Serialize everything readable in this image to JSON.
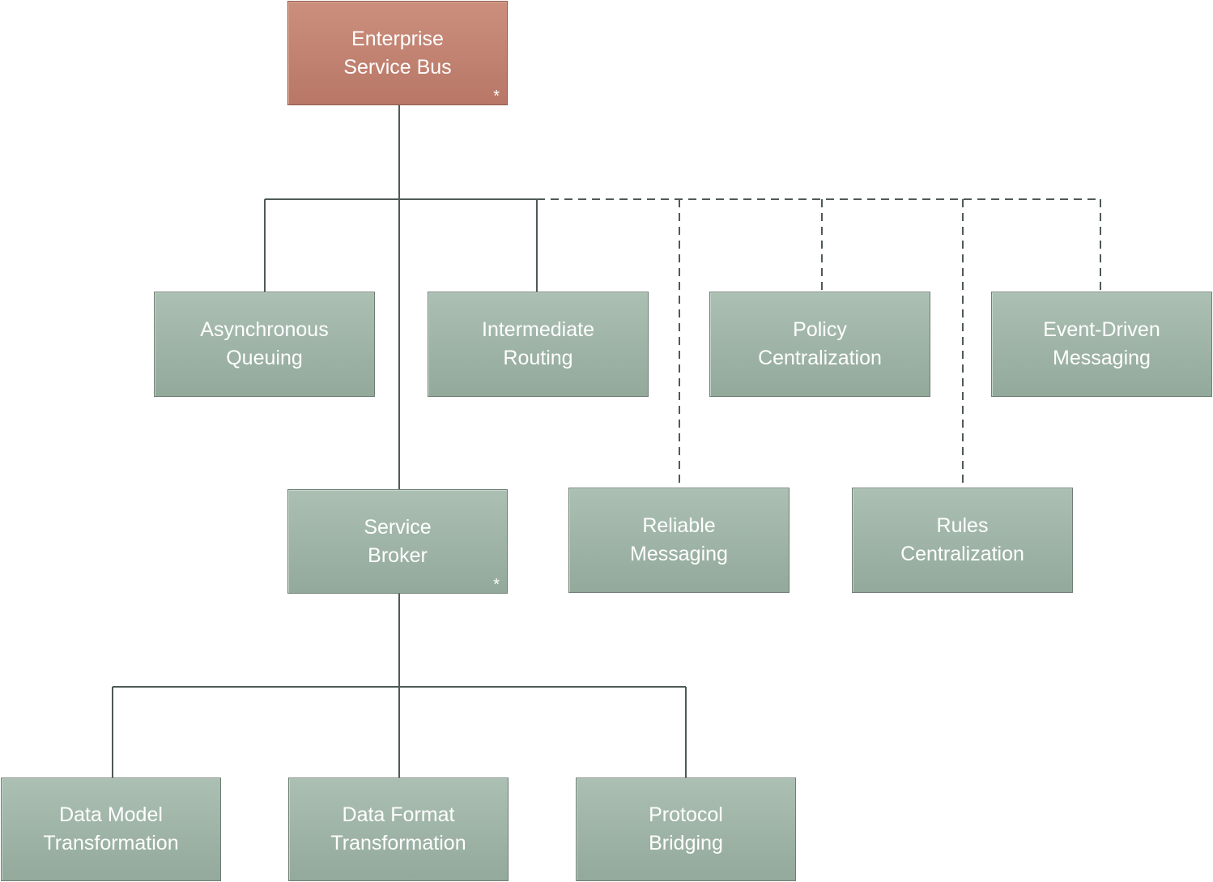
{
  "nodes": {
    "esb": {
      "label": "Enterprise\nService Bus",
      "mark": "*"
    },
    "async_queuing": {
      "label": "Asynchronous\nQueuing"
    },
    "intermediate_routing": {
      "label": "Intermediate\nRouting"
    },
    "policy_centralization": {
      "label": "Policy\nCentralization"
    },
    "event_driven_messaging": {
      "label": "Event-Driven\nMessaging"
    },
    "service_broker": {
      "label": "Service\nBroker",
      "mark": "*"
    },
    "reliable_messaging": {
      "label": "Reliable\nMessaging"
    },
    "rules_centralization": {
      "label": "Rules\nCentralization"
    },
    "data_model_transformation": {
      "label": "Data Model\nTransformation"
    },
    "data_format_transformation": {
      "label": "Data Format\nTransformation"
    },
    "protocol_bridging": {
      "label": "Protocol\nBridging"
    }
  },
  "colors": {
    "root_fill": "#c4846f",
    "node_fill": "#a0b5a7",
    "connector": "#4f5a54",
    "text": "#ffffff"
  }
}
